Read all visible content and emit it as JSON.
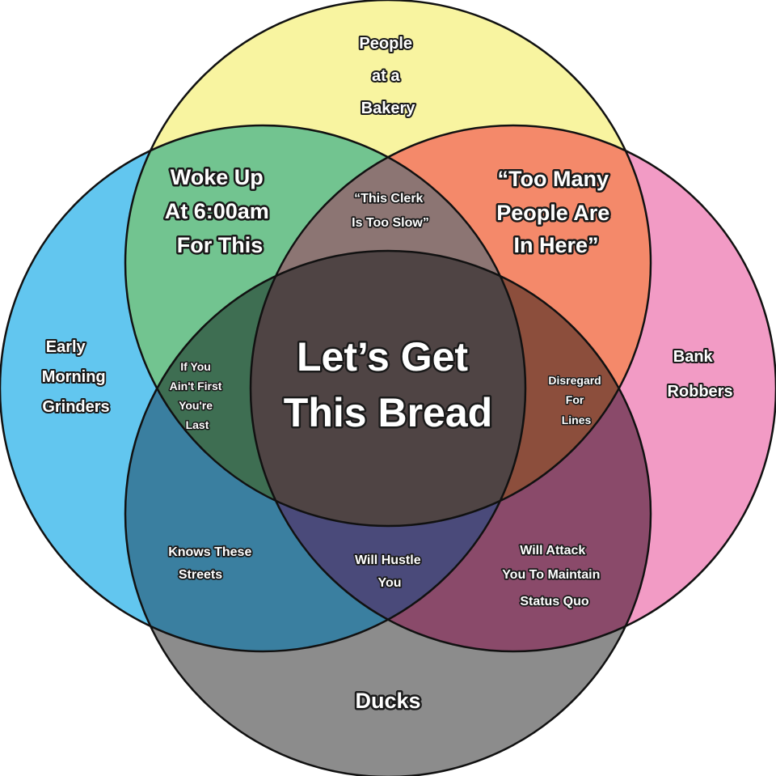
{
  "title": "Let's Get This Bread",
  "sets": {
    "top": {
      "label": [
        "People",
        "at a",
        "Bakery"
      ],
      "color": "#f8f4a0"
    },
    "left": {
      "label": [
        "Early",
        "Morning",
        "Grinders"
      ],
      "color": "#62c6ef"
    },
    "right": {
      "label": [
        "Bank",
        "Robbers"
      ],
      "color": "#f29bc5"
    },
    "bottom": {
      "label": [
        "Ducks"
      ],
      "color": "#8c8c8c"
    }
  },
  "intersections": {
    "top_left": {
      "label": [
        "Woke Up",
        "At 6:00am",
        "For This"
      ],
      "color": "#72c490"
    },
    "top_right": {
      "label": [
        "“Too Many",
        "People Are",
        "In Here”"
      ],
      "color": "#f4896a"
    },
    "top_left_right": {
      "label": [
        "“This Clerk",
        "Is Too Slow”"
      ],
      "color": "#8c7573"
    },
    "top_left_bottom": {
      "label": [
        "If You",
        "Ain't First",
        "You're",
        "Last"
      ],
      "color": "#3e6e52"
    },
    "top_right_bottom": {
      "label": [
        "Disregard",
        "For",
        "Lines"
      ],
      "color": "#8c4e3c"
    },
    "left_bottom": {
      "label": [
        "Knows These",
        "Streets"
      ],
      "color": "#3a7fa0"
    },
    "right_bottom": {
      "label": [
        "Will Attack",
        "You To Maintain",
        "Status Quo"
      ],
      "color": "#8a4a6a"
    },
    "left_right_bottom": {
      "label": [
        "Will Hustle",
        "You"
      ],
      "color": "#4a4a7a"
    },
    "all": {
      "label": [
        "Let’s Get",
        "This Bread"
      ],
      "color": "#4f4444"
    }
  }
}
